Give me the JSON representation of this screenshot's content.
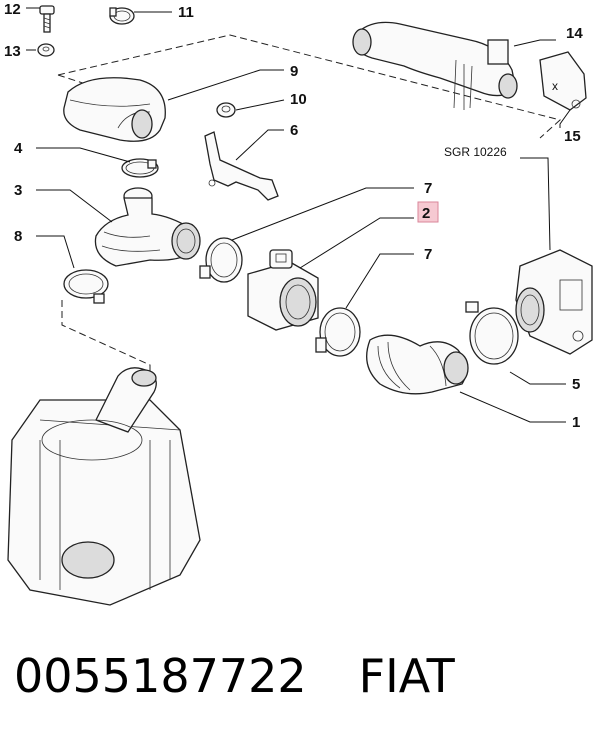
{
  "diagram": {
    "callouts": {
      "c1": "1",
      "c2": "2",
      "c3": "3",
      "c4": "4",
      "c5": "5",
      "c6": "6",
      "c7a": "7",
      "c7b": "7",
      "c8": "8",
      "c9": "9",
      "c10": "10",
      "c11": "11",
      "c12": "12",
      "c13": "13",
      "c14": "14",
      "c15": "15"
    },
    "reference": "SGR 10226",
    "marker_x": "x",
    "highlight_color": "#f6c9d2"
  },
  "footer": {
    "part_number": "0055187722",
    "brand": "FIAT"
  }
}
